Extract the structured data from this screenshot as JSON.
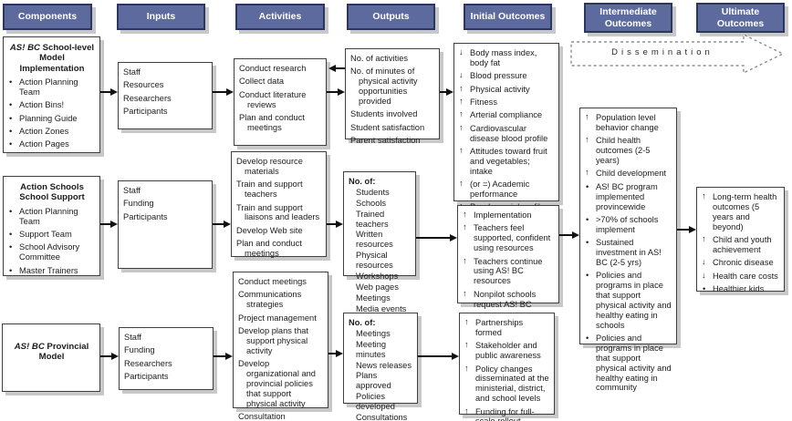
{
  "headers": {
    "components": "Components",
    "inputs": "Inputs",
    "activities": "Activities",
    "outputs": "Outputs",
    "initial": "Initial Outcomes",
    "intermediate": "Intermediate Outcomes",
    "ultimate": "Ultimate Outcomes"
  },
  "dissemination_label": "Dissemination",
  "colors": {
    "header_fill": "#5c6a9e",
    "header_border": "#2c3760",
    "box_border": "#3f3f3f",
    "shadow": "#c8c8c8",
    "arrow": "#111111"
  },
  "boxes": {
    "comp1": {
      "title_em": "AS! BC",
      "title_rest": " School-level Model Implementation",
      "items": [
        {
          "p": "bullet",
          "t": "Action Planning Team"
        },
        {
          "p": "bullet",
          "t": "Action Bins!"
        },
        {
          "p": "bullet",
          "t": "Planning Guide"
        },
        {
          "p": "bullet",
          "t": "Action Zones"
        },
        {
          "p": "bullet",
          "t": "Action Pages"
        }
      ]
    },
    "inputs1": {
      "items": [
        {
          "p": "plain",
          "t": "Staff"
        },
        {
          "p": "plain",
          "t": "Resources"
        },
        {
          "p": "plain",
          "t": "Researchers"
        },
        {
          "p": "plain",
          "t": "Participants"
        }
      ]
    },
    "act1": {
      "items": [
        {
          "p": "plain",
          "t": "Conduct research"
        },
        {
          "p": "plain",
          "t": "Collect data"
        },
        {
          "p": "plain",
          "t": "Conduct literature reviews"
        },
        {
          "p": "plain",
          "t": "Plan and conduct meetings"
        }
      ]
    },
    "out1": {
      "items": [
        {
          "p": "plain",
          "t": "No. of activities"
        },
        {
          "p": "plain",
          "t": "No. of minutes of physical activity opportunities provided"
        },
        {
          "p": "plain",
          "t": "Students involved"
        },
        {
          "p": "plain",
          "t": "Student satisfaction"
        },
        {
          "p": "plain",
          "t": "Parent satisfaction"
        }
      ]
    },
    "init1": {
      "items": [
        {
          "p": "down",
          "t": "Body mass index, body fat"
        },
        {
          "p": "down",
          "t": "Blood pressure"
        },
        {
          "p": "up",
          "t": "Physical activity"
        },
        {
          "p": "up",
          "t": "Fitness"
        },
        {
          "p": "up",
          "t": "Arterial compliance"
        },
        {
          "p": "up",
          "t": "Cardiovascular disease blood profile"
        },
        {
          "p": "up",
          "t": "Attitudes toward fruit and vegetables; intake"
        },
        {
          "p": "up",
          "t": "(or =) Academic performance"
        },
        {
          "p": "up",
          "t": "Psychosocial profile"
        }
      ]
    },
    "comp2": {
      "title_em": "",
      "title_rest": "Action Schools School Support",
      "items": [
        {
          "p": "bullet",
          "t": "Action Planning Team"
        },
        {
          "p": "bullet",
          "t": "Support Team"
        },
        {
          "p": "bullet",
          "t": "School Advisory Committee"
        },
        {
          "p": "bullet",
          "t": "Master Trainers"
        }
      ]
    },
    "inputs2": {
      "items": [
        {
          "p": "plain",
          "t": "Staff"
        },
        {
          "p": "plain",
          "t": "Funding"
        },
        {
          "p": "plain",
          "t": "Participants"
        }
      ]
    },
    "act2": {
      "items": [
        {
          "p": "plain",
          "t": "Develop resource materials"
        },
        {
          "p": "plain",
          "t": "Train and support teachers"
        },
        {
          "p": "plain",
          "t": "Train and support liaisons and leaders"
        },
        {
          "p": "plain",
          "t": "Develop Web site"
        },
        {
          "p": "plain",
          "t": "Plan and conduct meetings"
        }
      ]
    },
    "out2": {
      "items": [
        {
          "p": "head",
          "t": "No. of:"
        },
        {
          "p": "sub",
          "t": "Students"
        },
        {
          "p": "sub",
          "t": "Schools"
        },
        {
          "p": "sub",
          "t": "Trained teachers"
        },
        {
          "p": "sub",
          "t": "Written resources"
        },
        {
          "p": "sub",
          "t": "Physical resources"
        },
        {
          "p": "sub",
          "t": "Workshops"
        },
        {
          "p": "sub",
          "t": "Web pages"
        },
        {
          "p": "sub",
          "t": "Meetings"
        },
        {
          "p": "sub",
          "t": "Media events"
        }
      ]
    },
    "init2": {
      "items": [
        {
          "p": "up",
          "t": "Implementation"
        },
        {
          "p": "up",
          "t": "Teachers feel supported, confident using resources"
        },
        {
          "p": "up",
          "t": "Teachers continue using AS! BC resources"
        },
        {
          "p": "up",
          "t": "Nonpilot schools request AS! BC"
        }
      ]
    },
    "comp3": {
      "title_em": "AS! BC",
      "title_rest": " Provincial Model",
      "items": []
    },
    "inputs3": {
      "items": [
        {
          "p": "plain",
          "t": "Staff"
        },
        {
          "p": "plain",
          "t": "Funding"
        },
        {
          "p": "plain",
          "t": "Researchers"
        },
        {
          "p": "plain",
          "t": "Participants"
        }
      ]
    },
    "act3": {
      "items": [
        {
          "p": "plain",
          "t": "Conduct meetings"
        },
        {
          "p": "plain",
          "t": "Communications strategies"
        },
        {
          "p": "plain",
          "t": "Project management"
        },
        {
          "p": "plain",
          "t": "Develop plans that support physical activity"
        },
        {
          "p": "plain",
          "t": "Develop organizational and provincial policies that support physical activity"
        },
        {
          "p": "plain",
          "t": "Consultation"
        }
      ]
    },
    "out3": {
      "items": [
        {
          "p": "head",
          "t": "No. of:"
        },
        {
          "p": "sub",
          "t": "Meetings"
        },
        {
          "p": "sub",
          "t": "Meeting minutes"
        },
        {
          "p": "sub",
          "t": "News releases"
        },
        {
          "p": "sub",
          "t": "Plans approved"
        },
        {
          "p": "sub",
          "t": "Policies developed"
        },
        {
          "p": "sub",
          "t": "Consultations"
        }
      ]
    },
    "init3": {
      "items": [
        {
          "p": "up",
          "t": "Partnerships formed"
        },
        {
          "p": "up",
          "t": "Stakeholder and public awareness"
        },
        {
          "p": "up",
          "t": "Policy changes disseminated at the ministerial, district, and school levels"
        },
        {
          "p": "up",
          "t": "Funding for full-scale rollout"
        }
      ]
    },
    "inter": {
      "items": [
        {
          "p": "up",
          "t": "Population level behavior change"
        },
        {
          "p": "up",
          "t": "Child health outcomes (2-5 years)"
        },
        {
          "p": "up",
          "t": "Child development"
        },
        {
          "p": "bullet",
          "t": "AS! BC program implemented provincewide"
        },
        {
          "p": "bullet",
          "t": ">70% of schools implement"
        },
        {
          "p": "bullet",
          "t": "Sustained investment in AS! BC (2-5 yrs)"
        },
        {
          "p": "bullet",
          "t": "Policies and programs in place that support physical activity and healthy eating in schools"
        },
        {
          "p": "bullet",
          "t": "Policies and programs in place that support physical activity and healthy eating in community"
        }
      ]
    },
    "ult": {
      "items": [
        {
          "p": "up",
          "t": "Long-term health outcomes (5 years and beyond)"
        },
        {
          "p": "up",
          "t": "Child and youth achievement"
        },
        {
          "p": "down",
          "t": "Chronic disease"
        },
        {
          "p": "down",
          "t": "Health care costs"
        },
        {
          "p": "bullet",
          "t": "Healthier kids"
        }
      ]
    }
  }
}
